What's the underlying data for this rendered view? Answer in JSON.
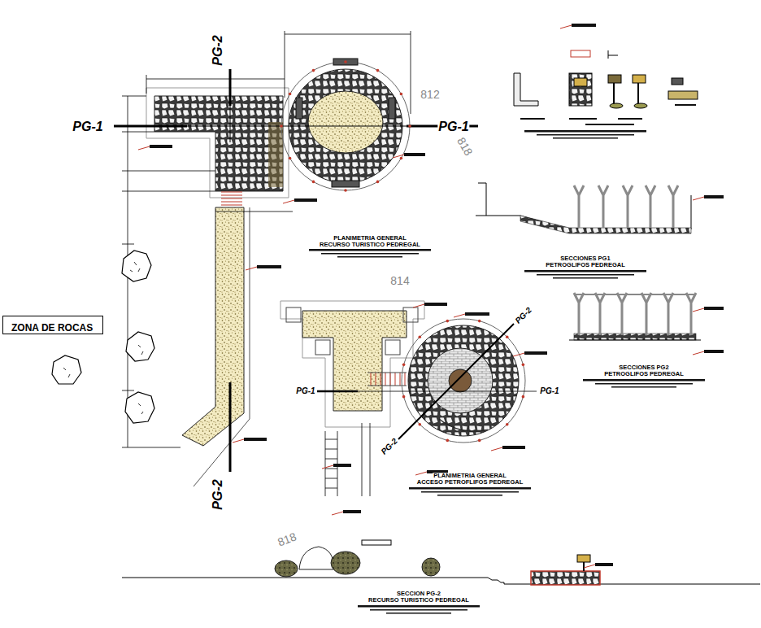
{
  "diagram": {
    "nodes": [
      {
        "text": [
          "ZONA DE ROCAS"
        ]
      }
    ],
    "labels": [
      "PG-2",
      "PG-1",
      "PG-1",
      "812",
      "818",
      "PLANIMETRIA GENERAL",
      "RECURSO TURISTICO PEDREGAL",
      "814",
      "PG-2",
      "SECCIONES PG1",
      "PETROGLIFOS PEDREGAL",
      "SECCIONES PG2",
      "PETROGLIFOS PEDREGAL",
      "PG-1",
      "PG-1",
      "PG-2",
      "PG-2",
      "PLANIMETRIA GENERAL",
      "ACCESO PETROFLIFOS PEDREGAL",
      "818",
      "SECCION PG-2",
      "RECURSO TURISTICO PEDREGAL"
    ]
  }
}
